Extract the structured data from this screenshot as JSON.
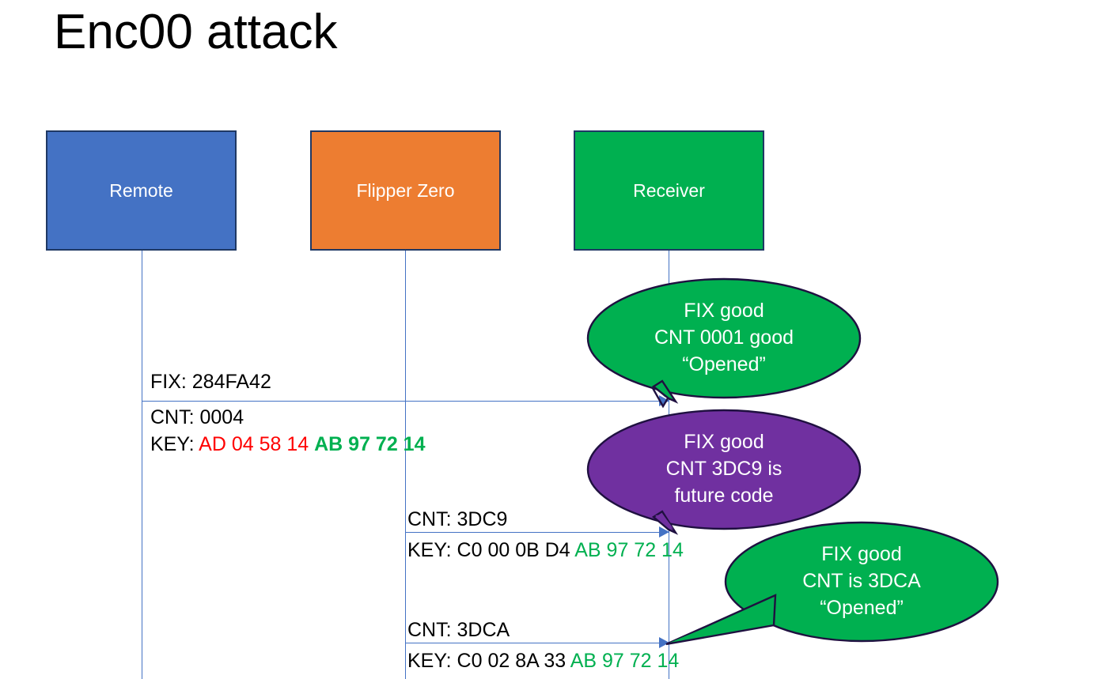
{
  "slide": {
    "title": "Enc00 attack",
    "background": "#ffffff"
  },
  "colors": {
    "remote": "#4472C4",
    "flipper": "#ED7D31",
    "receiver": "#00B050",
    "callout_good": "#00B050",
    "callout_future": "#7030A0",
    "lifeline": "#4472C4",
    "hex_old": "#FF0000",
    "hex_fixed": "#00B050",
    "outline": "#1F3864"
  },
  "actors": [
    {
      "id": "remote",
      "label": "Remote"
    },
    {
      "id": "flipper",
      "label": "Flipper Zero"
    },
    {
      "id": "receiver",
      "label": "Receiver"
    }
  ],
  "messages": [
    {
      "id": "m1",
      "from": "remote",
      "to": "receiver",
      "fix_line": "FIX: 284FA42",
      "cnt_line": "CNT: 0004",
      "key_prefix": "KEY: ",
      "key_part_a": "AD 04 58 14 ",
      "key_part_b": "AB 97 72 14"
    },
    {
      "id": "m2",
      "from": "flipper",
      "to": "receiver",
      "cnt_line": "CNT: 3DC9",
      "key_prefix": "KEY: C0 00 0B D4 ",
      "key_part_b": "AB 97 72 14"
    },
    {
      "id": "m3",
      "from": "flipper",
      "to": "receiver",
      "cnt_line": "CNT: 3DCA",
      "key_prefix": "KEY: C0 02 8A 33 ",
      "key_part_b": "AB 97 72 14"
    }
  ],
  "callouts": [
    {
      "id": "c1",
      "color": "#00B050",
      "line1": "FIX good",
      "line2": "CNT 0001 good",
      "line3": "“Opened”"
    },
    {
      "id": "c2",
      "color": "#7030A0",
      "line1": "FIX good",
      "line2": "CNT 3DC9 is",
      "line3": "future code"
    },
    {
      "id": "c3",
      "color": "#00B050",
      "line1": "FIX good",
      "line2": "CNT is 3DCA",
      "line3": "“Opened”"
    }
  ]
}
